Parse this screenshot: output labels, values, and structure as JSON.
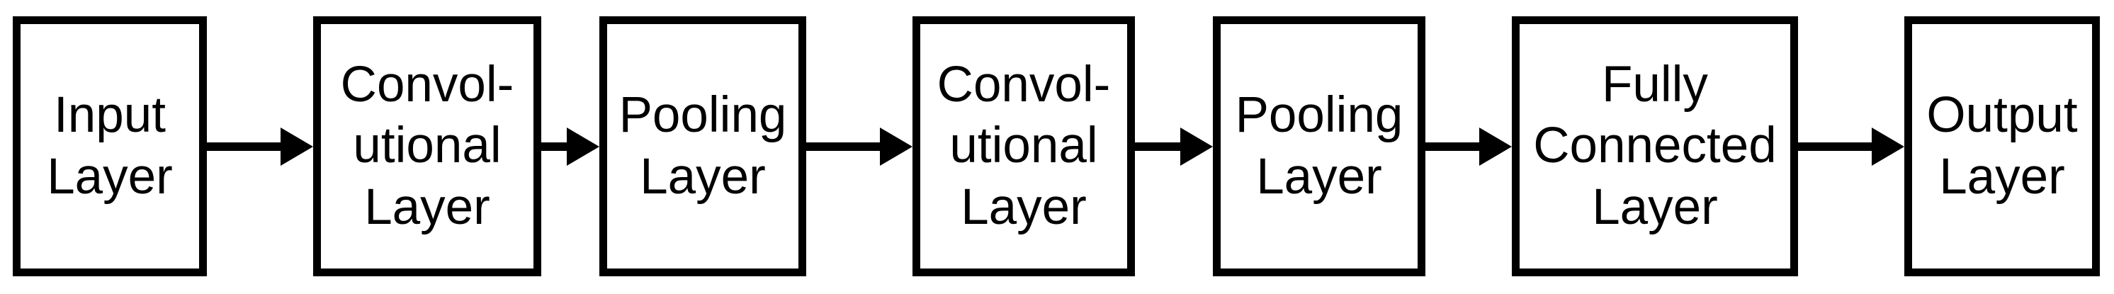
{
  "diagram": {
    "type": "flowchart",
    "direction": "left-to-right",
    "nodes": [
      {
        "id": "input",
        "label": "Input\nLayer"
      },
      {
        "id": "conv1",
        "label": "Convol-\nutional\nLayer"
      },
      {
        "id": "pool1",
        "label": "Pooling\nLayer"
      },
      {
        "id": "conv2",
        "label": "Convol-\nutional\nLayer"
      },
      {
        "id": "pool2",
        "label": "Pooling\nLayer"
      },
      {
        "id": "fc",
        "label": "Fully\nConnected\nLayer"
      },
      {
        "id": "output",
        "label": "Output\nLayer"
      }
    ],
    "edges": [
      {
        "from": "input",
        "to": "conv1"
      },
      {
        "from": "conv1",
        "to": "pool1"
      },
      {
        "from": "pool1",
        "to": "conv2"
      },
      {
        "from": "conv2",
        "to": "pool2"
      },
      {
        "from": "pool2",
        "to": "fc"
      },
      {
        "from": "fc",
        "to": "output"
      }
    ],
    "colors": {
      "background": "#ffffff",
      "box_fill": "#ffffff",
      "box_border": "#000000",
      "text": "#000000",
      "arrow": "#000000"
    }
  }
}
